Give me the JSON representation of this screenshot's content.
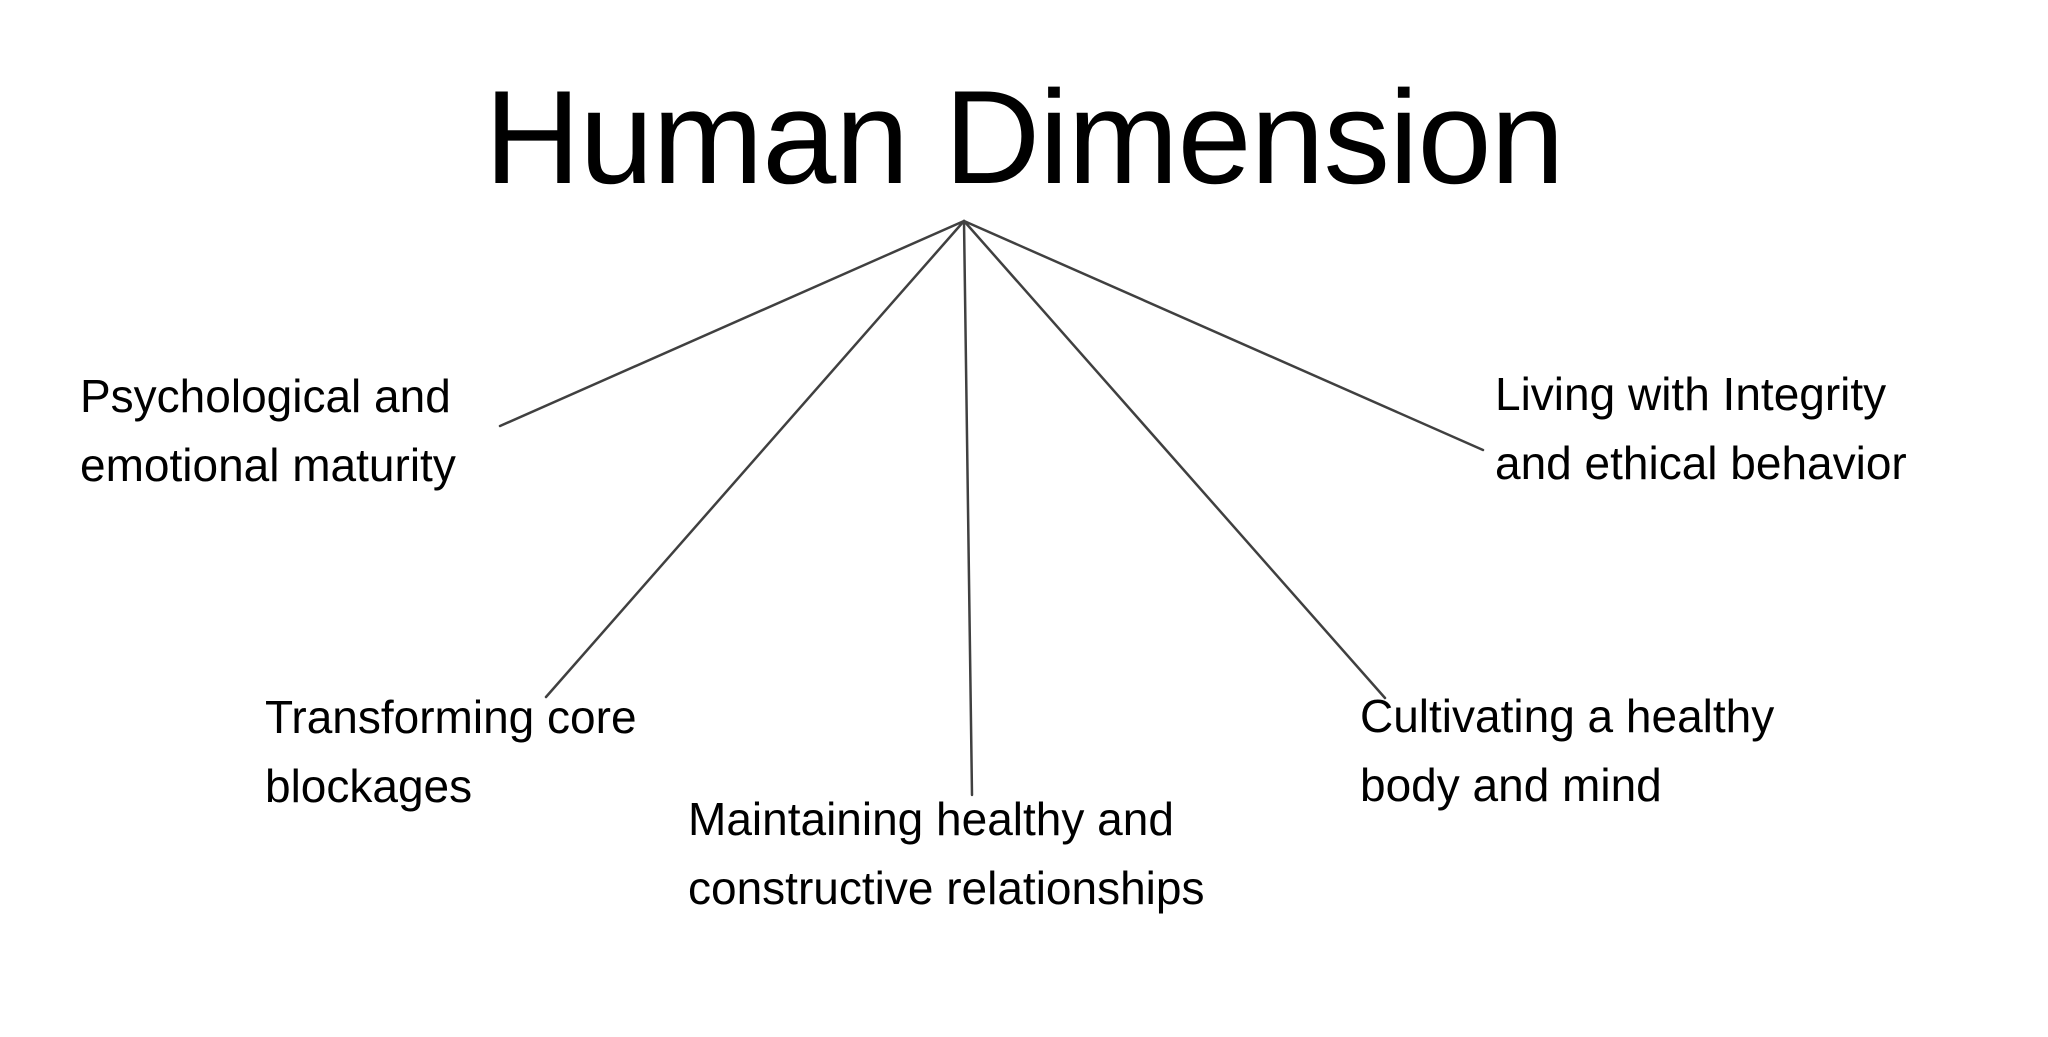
{
  "diagram": {
    "title": "Human Dimension",
    "branches": [
      {
        "label": "Psychological and emotional maturity",
        "lines": [
          "Psychological and",
          "emotional maturity"
        ]
      },
      {
        "label": "Transforming core blockages",
        "lines": [
          "Transforming core",
          "blockages"
        ]
      },
      {
        "label": "Maintaining healthy and constructive relationships",
        "lines": [
          "Maintaining healthy and",
          "constructive relationships"
        ]
      },
      {
        "label": "Cultivating a healthy body and mind",
        "lines": [
          "Cultivating a healthy",
          "body and mind"
        ]
      },
      {
        "label": "Living with Integrity and ethical behavior",
        "lines": [
          "Living with Integrity",
          "and ethical behavior"
        ]
      }
    ],
    "colors": {
      "text": "#000000",
      "connector": "#404040",
      "background": "#ffffff"
    }
  }
}
